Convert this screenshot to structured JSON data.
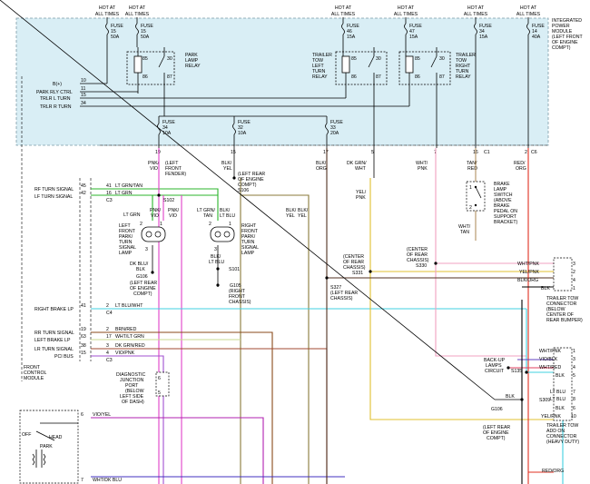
{
  "hot_labels": [
    {
      "line1": "HOT AT",
      "line2": "ALL TIMES"
    },
    {
      "line1": "HOT AT",
      "line2": "ALL TIMES"
    },
    {
      "line1": "HOT AT",
      "line2": "ALL TIMES"
    },
    {
      "line1": "HOT AT",
      "line2": "ALL TIMES"
    },
    {
      "line1": "HOT AT",
      "line2": "ALL TIMES"
    },
    {
      "line1": "HOT AT",
      "line2": "ALL TIMES"
    }
  ],
  "top_fuses": [
    {
      "name": "FUSE",
      "num": "15",
      "amp": "50A"
    },
    {
      "name": "FUSE",
      "num": "15",
      "amp": "50A"
    },
    {
      "name": "FUSE",
      "num": "46",
      "amp": "15A"
    },
    {
      "name": "FUSE",
      "num": "47",
      "amp": "15A"
    },
    {
      "name": "FUSE",
      "num": "34",
      "amp": "15A"
    },
    {
      "name": "FUSE",
      "num": "14",
      "amp": "40A"
    }
  ],
  "ipm_label": [
    "INTEGRATED",
    "POWER",
    "MODULE",
    "(LEFT FRONT",
    "OF ENGINE",
    "COMPT)"
  ],
  "relays": {
    "park": [
      "PARK",
      "LAMP",
      "RELAY"
    ],
    "left_turn": [
      "TRAILER",
      "TOW",
      "LEFT",
      "TURN",
      "RELAY"
    ],
    "right_turn": [
      "TRAILER",
      "TOW",
      "RIGHT",
      "TURN",
      "RELAY"
    ]
  },
  "relay_pins": {
    "a": "85",
    "b": "30",
    "c": "86",
    "d": "87"
  },
  "ipm_inputs": [
    {
      "label": "B(+)",
      "pin": "10"
    },
    {
      "label": "PARK RLY CTRL",
      "pin": "11"
    },
    {
      "label": "TRLR L TURN",
      "pin": "15"
    },
    {
      "label": "TRLR R TURN",
      "pin": "34"
    }
  ],
  "mid_fuses": [
    {
      "name": "FUSE",
      "num": "34",
      "amp": "10A"
    },
    {
      "name": "FUSE",
      "num": "32",
      "amp": "10A"
    },
    {
      "name": "FUSE",
      "num": "33",
      "amp": "20A"
    }
  ],
  "ipm_out_pins": [
    "19",
    "15",
    "17",
    "5",
    "7",
    "16",
    "2"
  ],
  "conn_labels": {
    "c1": "C1",
    "c6": "C6"
  },
  "wire_labels": {
    "pnk_vio": [
      "PNK/",
      "VIO"
    ],
    "blk_yel": [
      "BLK/",
      "YEL"
    ],
    "blk_org": [
      "BLK/",
      "ORG"
    ],
    "dk_grn_wht": [
      "DK GRN/",
      "WHT"
    ],
    "wht_pnk": [
      "WHT/",
      "PNK"
    ],
    "tan_red": [
      "TAN/",
      "RED"
    ],
    "red_org": [
      "RED/",
      "ORG"
    ]
  },
  "left_front_fender": [
    "(LEFT",
    "FRONT",
    "FENDER)"
  ],
  "left_rear_compt_top": [
    "(LEFT REAR",
    "OF ENGINE",
    "COMPT)"
  ],
  "s106_top": "S106",
  "s102": "S102",
  "fcm_rows": [
    {
      "label": "RF TURN SIGNAL",
      "pin": "45",
      "pin2": "41",
      "wire": "LT GRN/TAN"
    },
    {
      "label": "LF TURN SIGNAL",
      "pin": "42",
      "pin2": "16",
      "wire": "LT GRN"
    }
  ],
  "c3_label": "C3",
  "left_lamp_wires": {
    "w1": "LT GRN",
    "w2": [
      "PNK/",
      "VIO"
    ],
    "w3": [
      "PNK/",
      "VIO"
    ]
  },
  "right_lamp_wires": {
    "w1": [
      "LT GRN/",
      "TAN"
    ],
    "w2": [
      "BLK/",
      "LT BLU"
    ],
    "w3": [
      "BLK/",
      "YEL"
    ]
  },
  "left_lamp": [
    "LEFT",
    "FRONT",
    "PARK/",
    "TURN",
    "SIGNAL",
    "LAMP"
  ],
  "right_lamp": [
    "RIGHT",
    "FRONT",
    "PARK/",
    "TURN",
    "SIGNAL",
    "LAMP"
  ],
  "lamp_pins": {
    "p1": "2",
    "p2": "1",
    "p3": "3"
  },
  "left_ground": {
    "wire": [
      "DK BLU/",
      "BLK"
    ],
    "splice": "G106",
    "loc": [
      "(LEFT REAR",
      "OF ENGINE",
      "COMPT)"
    ]
  },
  "right_ground": {
    "wire": [
      "BLK/",
      "LT BLU"
    ],
    "splice1": "S101",
    "splice2": "G105",
    "loc": [
      "(RIGHT",
      "FRONT",
      "CHASSIS)"
    ]
  },
  "blk_yel_right": [
    "BLK/",
    "YEL"
  ],
  "yel_pnk": [
    "YEL/",
    "PNK"
  ],
  "brake_switch": [
    "BRAKE",
    "LAMP",
    "SWITCH",
    "(ABOVE",
    "BRAKE",
    "PEDAL ON",
    "SUPPORT",
    "BRACKET)"
  ],
  "brake_pins": {
    "p1": "1",
    "p2": "2"
  },
  "wht_tan": [
    "WHT/",
    "TAN"
  ],
  "center_rear_1": {
    "loc": [
      "(CENTER",
      "OF REAR",
      "CHASSIS)"
    ],
    "splice": "S331"
  },
  "center_rear_2": {
    "loc": [
      "(CENTER",
      "OF REAR",
      "CHASSIS)"
    ],
    "splice": "S330"
  },
  "s327": {
    "splice": "S327",
    "loc": [
      "(LEFT REAR",
      "CHASSIS)"
    ]
  },
  "trailer_right_wires": [
    {
      "wire": "WHT/PNK",
      "pin": "3"
    },
    {
      "wire": "YEL/PNK",
      "pin": "2"
    },
    {
      "wire": "BLK/ORG",
      "pin": "4"
    },
    {
      "wire": "BLK",
      "pin": "1"
    }
  ],
  "trailer_conn": [
    "TRAILER TOW",
    "CONNECTOR",
    "(BELOW",
    "CENTER OF",
    "REAR BUMPER)"
  ],
  "fcm_rows2": [
    {
      "label": "RIGHT BRAKE LP",
      "pin": "41",
      "pin2": "2",
      "wire": "LT BLU/WHT"
    },
    {
      "label": "RR TURN SIGNAL",
      "pin": "19",
      "pin2": "2",
      "wire": "BRN/RED"
    },
    {
      "label": "LEFT BRAKE LP",
      "pin": "63",
      "pin2": "17",
      "wire": "WHT/LT GRN"
    },
    {
      "label": "LR TURN SIGNAL",
      "pin": "38",
      "pin2": "3",
      "wire": "DK GRN/RED"
    },
    {
      "label": "PCI BUS",
      "pin": "15",
      "pin2": "4",
      "wire": "VIO/PNK"
    }
  ],
  "c4_label": "C4",
  "c3b_label": "C3",
  "fcm_label": [
    "FRONT",
    "CONTROL",
    "MODULE"
  ],
  "djp": {
    "label": [
      "DIAGNOSTIC",
      "JUNCTION",
      "PORT",
      "(BELOW",
      "LEFT SIDE",
      "OF DASH)"
    ],
    "p1": "6",
    "p2": "5"
  },
  "addon_rows": [
    {
      "wire": "WHT/PNK",
      "pin": "1"
    },
    {
      "wire": "VIO/BLK",
      "pin": "3"
    },
    {
      "wire": "WHT/RED",
      "pin": "4"
    },
    {
      "wire": "BLK",
      "pin": "5"
    },
    {
      "wire": "LT BLU",
      "pin": "7"
    },
    {
      "wire": "LT BLU",
      "pin": "8"
    },
    {
      "wire": "BLK",
      "pin": "6"
    },
    {
      "wire": "YEL/PNK",
      "pin": "10"
    }
  ],
  "backup": {
    "label": [
      "BACK-UP",
      "LAMPS",
      "CIRCUIT"
    ],
    "splice": "S135"
  },
  "s309": {
    "splice": "S309",
    "wire": "BLK"
  },
  "g106": {
    "splice": "G106",
    "loc": [
      "(LEFT REAR",
      "OF ENGINE",
      "COMPT)"
    ]
  },
  "addon_label": [
    "TRAILER TOW",
    "ADD ON",
    "CONNECTOR",
    "(HEAVY DUTY)"
  ],
  "headswitch": {
    "off": "OFF",
    "head": "HEAD",
    "park": "PARK"
  },
  "bottom_rows": [
    {
      "pin": "6",
      "wire": "VIO/YEL"
    },
    {
      "pin": "7",
      "wire": "WHT/DK BLU"
    }
  ],
  "red_org_bottom": "RED/ORG"
}
